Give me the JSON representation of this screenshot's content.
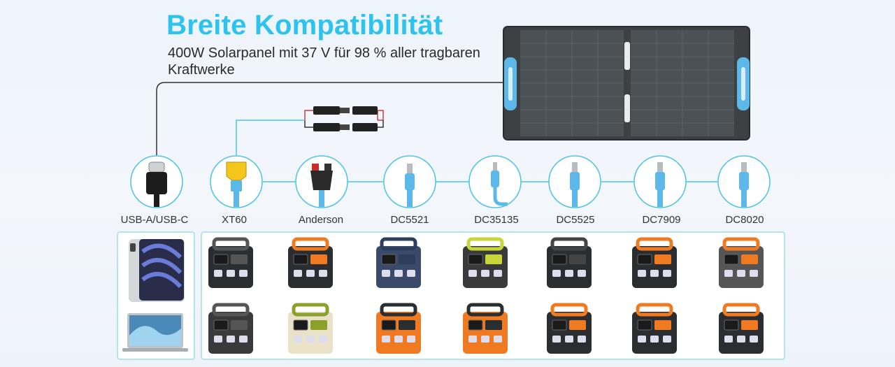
{
  "header": {
    "title": "Breite Kompatibilität",
    "subtitle": "400W Solarpanel mit 37 V für 98 % aller tragbaren Kraftwerke"
  },
  "connectors": [
    {
      "label": "USB-A/USB-C",
      "icon": "usb-c-plug-icon"
    },
    {
      "label": "XT60",
      "icon": "xt60-plug-icon"
    },
    {
      "label": "Anderson",
      "icon": "anderson-plug-icon"
    },
    {
      "label": "DC5521",
      "icon": "dc-barrel-plug-icon"
    },
    {
      "label": "DC35135",
      "icon": "dc-barrel-plug-icon"
    },
    {
      "label": "DC5525",
      "icon": "dc-barrel-plug-icon"
    },
    {
      "label": "DC7909",
      "icon": "dc-barrel-plug-icon"
    },
    {
      "label": "DC8020",
      "icon": "dc-barrel-plug-icon"
    }
  ],
  "devices": {
    "usb": [
      "tablet-icon",
      "laptop-icon"
    ],
    "stations_top": [
      "power-station-icon",
      "power-station-icon",
      "power-station-icon",
      "power-station-icon",
      "power-station-icon",
      "power-station-icon",
      "power-station-icon"
    ],
    "stations_bottom": [
      "power-station-icon",
      "power-station-icon",
      "power-station-icon",
      "power-station-icon",
      "power-station-icon",
      "power-station-icon",
      "power-station-icon"
    ]
  },
  "colors": {
    "title": "#2ec3ef",
    "accent_line": "#4cc3e6",
    "panel": "#3d4144",
    "panel_handle": "#5cb8e8",
    "station_orange": "#f07a22",
    "station_dark": "#2b2e31"
  }
}
